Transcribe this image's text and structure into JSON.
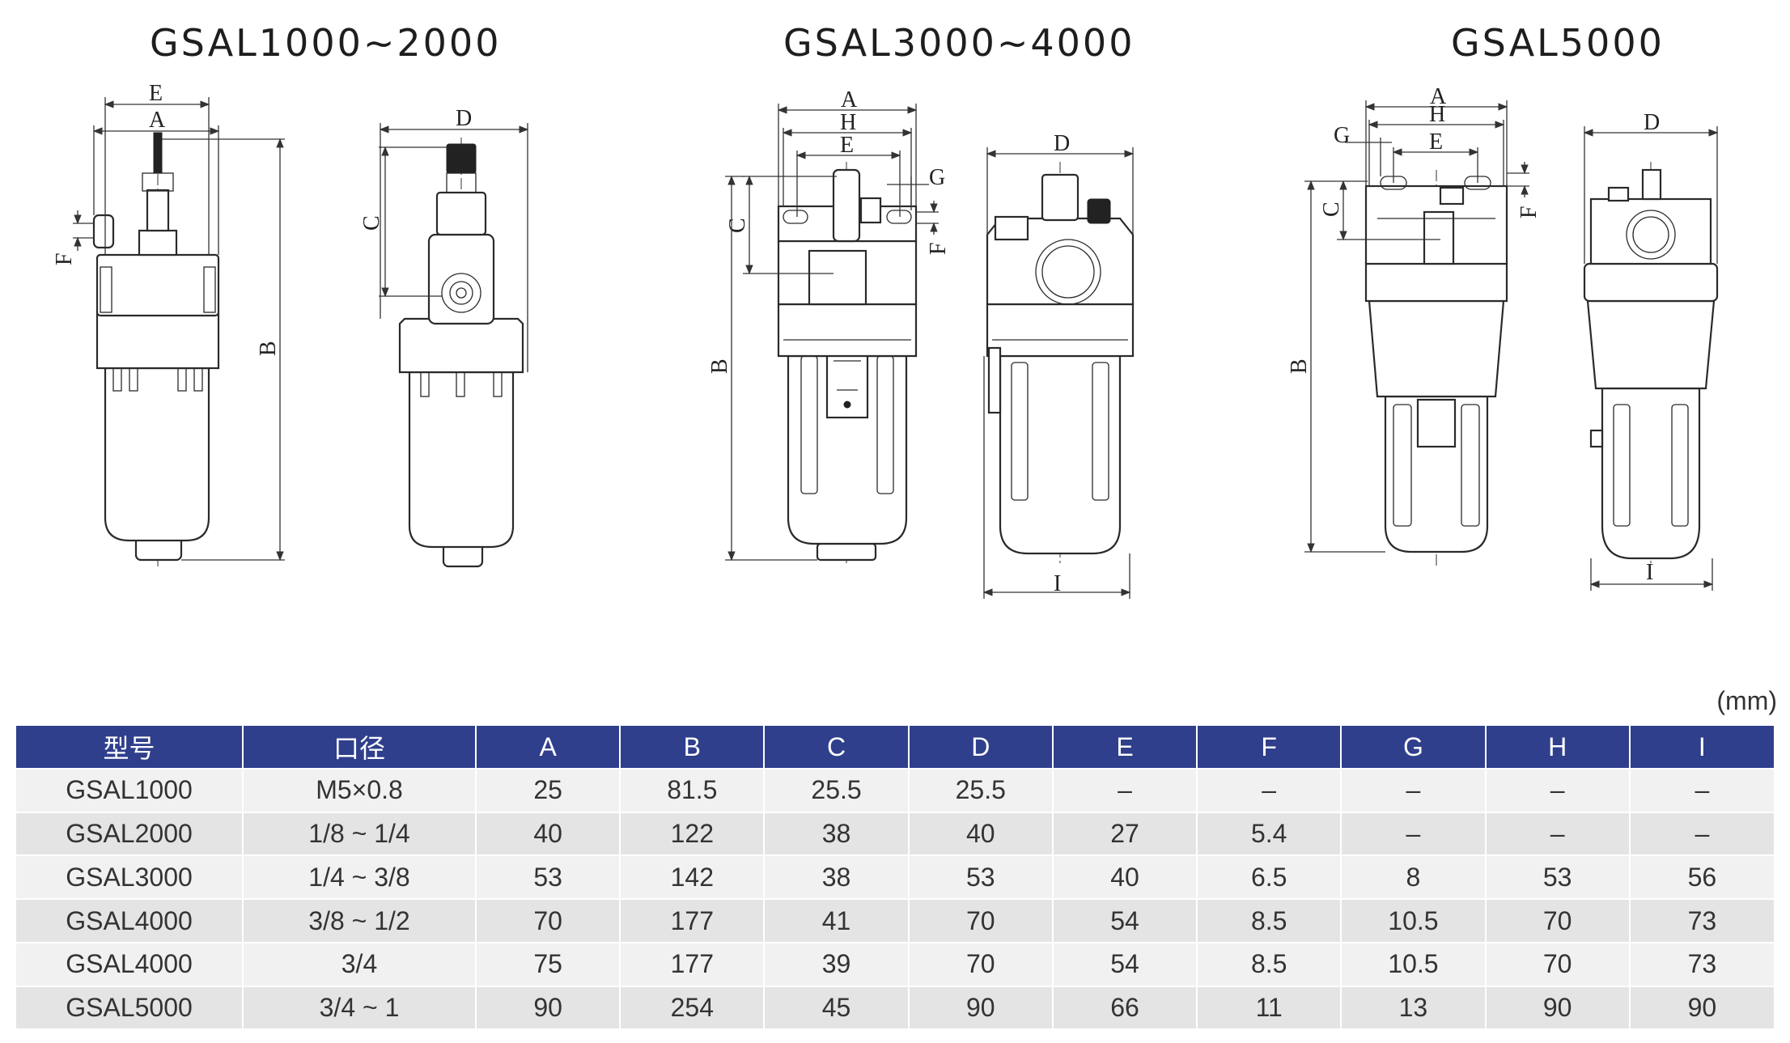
{
  "titles": {
    "group1": "GSAL1000~2000",
    "group2": "GSAL3000~4000",
    "group3": "GSAL5000"
  },
  "dimension_labels": {
    "a": "A",
    "b": "B",
    "c": "C",
    "d": "D",
    "e": "E",
    "f": "F",
    "g": "G",
    "h": "H",
    "i": "I"
  },
  "unit": "(mm)",
  "table": {
    "headers": [
      "型号",
      "口径",
      "A",
      "B",
      "C",
      "D",
      "E",
      "F",
      "G",
      "H",
      "I"
    ],
    "rows": [
      [
        "GSAL1000",
        "M5×0.8",
        "25",
        "81.5",
        "25.5",
        "25.5",
        "–",
        "–",
        "–",
        "–",
        "–"
      ],
      [
        "GSAL2000",
        "1/8 ~ 1/4",
        "40",
        "122",
        "38",
        "40",
        "27",
        "5.4",
        "–",
        "–",
        "–"
      ],
      [
        "GSAL3000",
        "1/4 ~ 3/8",
        "53",
        "142",
        "38",
        "53",
        "40",
        "6.5",
        "8",
        "53",
        "56"
      ],
      [
        "GSAL4000",
        "3/8 ~ 1/2",
        "70",
        "177",
        "41",
        "70",
        "54",
        "8.5",
        "10.5",
        "70",
        "73"
      ],
      [
        "GSAL4000",
        "3/4",
        "75",
        "177",
        "39",
        "70",
        "54",
        "8.5",
        "10.5",
        "70",
        "73"
      ],
      [
        "GSAL5000",
        "3/4 ~ 1",
        "90",
        "254",
        "45",
        "90",
        "66",
        "11",
        "13",
        "90",
        "90"
      ]
    ]
  },
  "colors": {
    "header_bg": "#2f3f8c",
    "header_text": "#ffffff",
    "row_light": "#f1f1f1",
    "row_dark": "#e4e4e4"
  }
}
